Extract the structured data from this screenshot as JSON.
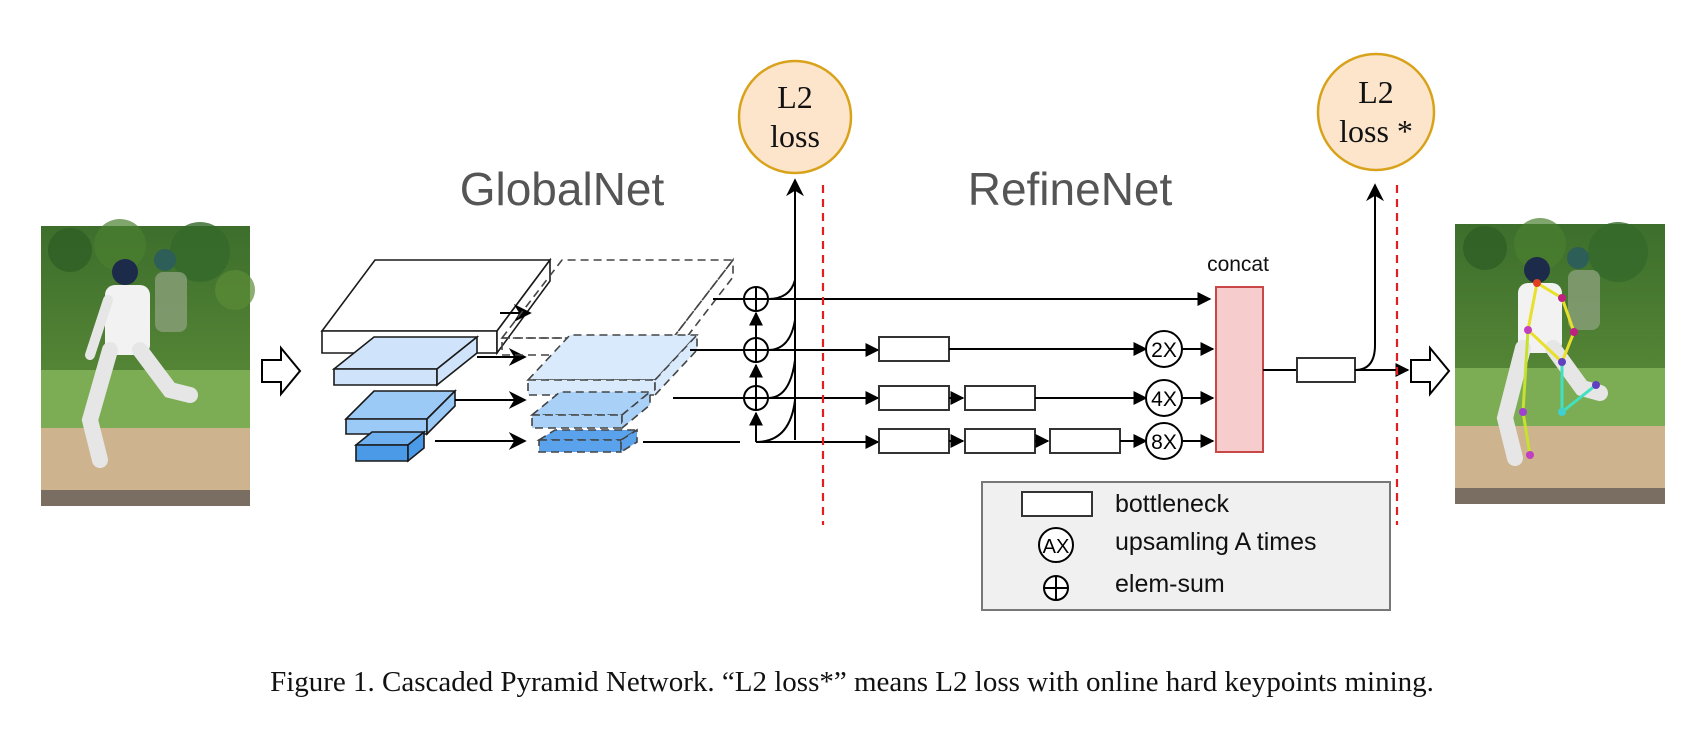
{
  "diagram": {
    "globalnet_label": "GlobalNet",
    "refinenet_label": "RefineNet",
    "loss1": {
      "line1": "L2",
      "line2": "loss"
    },
    "loss2": {
      "line1": "L2",
      "line2": "loss *"
    },
    "concat_label": "concat",
    "upsample_labels": [
      "2X",
      "4X",
      "8X"
    ],
    "legend": {
      "bottleneck": "bottleneck",
      "upsample_symbol": "AX",
      "upsample": "upsamling A times",
      "elemsum": "elem-sum"
    },
    "colors": {
      "loss_fill": "#fde5cc",
      "loss_stroke": "#d9a21b",
      "concat_fill": "#f7cccc",
      "concat_stroke": "#c84848",
      "dashed_divider": "#e02020",
      "legend_fill": "#f0f0f0",
      "pyramid_blue_1": "#cfe4fb",
      "pyramid_blue_2": "#9ccaf6",
      "pyramid_blue_3": "#6fb0f0",
      "pyramid_blue_4": "#4b9ae8"
    }
  },
  "caption": "Figure 1. Cascaded Pyramid Network. “L2 loss*” means L2 loss with online hard keypoints mining."
}
